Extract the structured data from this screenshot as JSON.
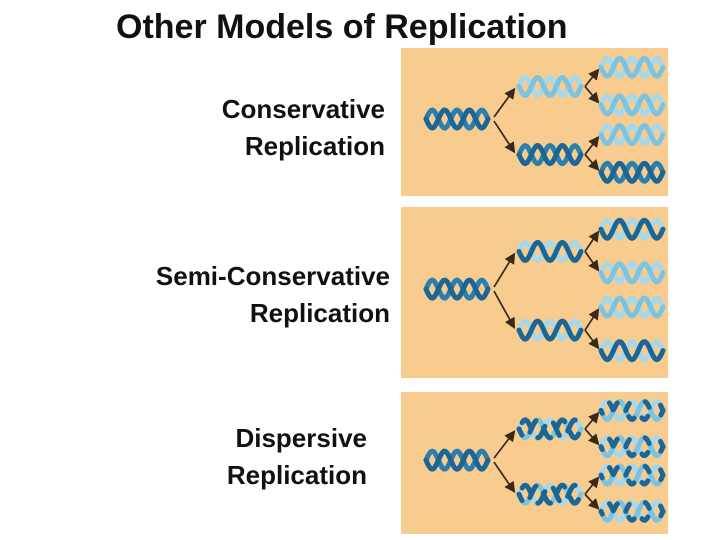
{
  "title": "Other Models of Replication",
  "colors": {
    "slide_background": "#ffffff",
    "title_text": "#111111",
    "label_text": "#111111",
    "panel_background": "#F8CB8F",
    "strand_dark": "#1A6697",
    "strand_dark_alt": "#2B7FAE",
    "strand_light": "#7CC3E2",
    "strand_light_alt": "#A6D8EC",
    "arrow": "#38291A"
  },
  "models": [
    {
      "name": "conservative",
      "label_lines": [
        "Conservative",
        "Replication"
      ],
      "tree": {
        "parent": "dark",
        "generation2": [
          "light",
          "dark"
        ],
        "generation3": [
          "light",
          "light",
          "light",
          "dark"
        ]
      }
    },
    {
      "name": "semi-conservative",
      "label_lines": [
        "Semi-Conservative",
        "Replication"
      ],
      "tree": {
        "parent": "dark",
        "generation2": [
          "half",
          "half"
        ],
        "generation3": [
          "half",
          "light",
          "light",
          "half"
        ]
      }
    },
    {
      "name": "dispersive",
      "label_lines": [
        "Dispersive",
        "Replication"
      ],
      "tree": {
        "parent": "dark",
        "generation2": [
          "patchy50",
          "patchy50"
        ],
        "generation3": [
          "patchy25",
          "patchy25",
          "patchy25",
          "patchy25"
        ]
      }
    }
  ]
}
